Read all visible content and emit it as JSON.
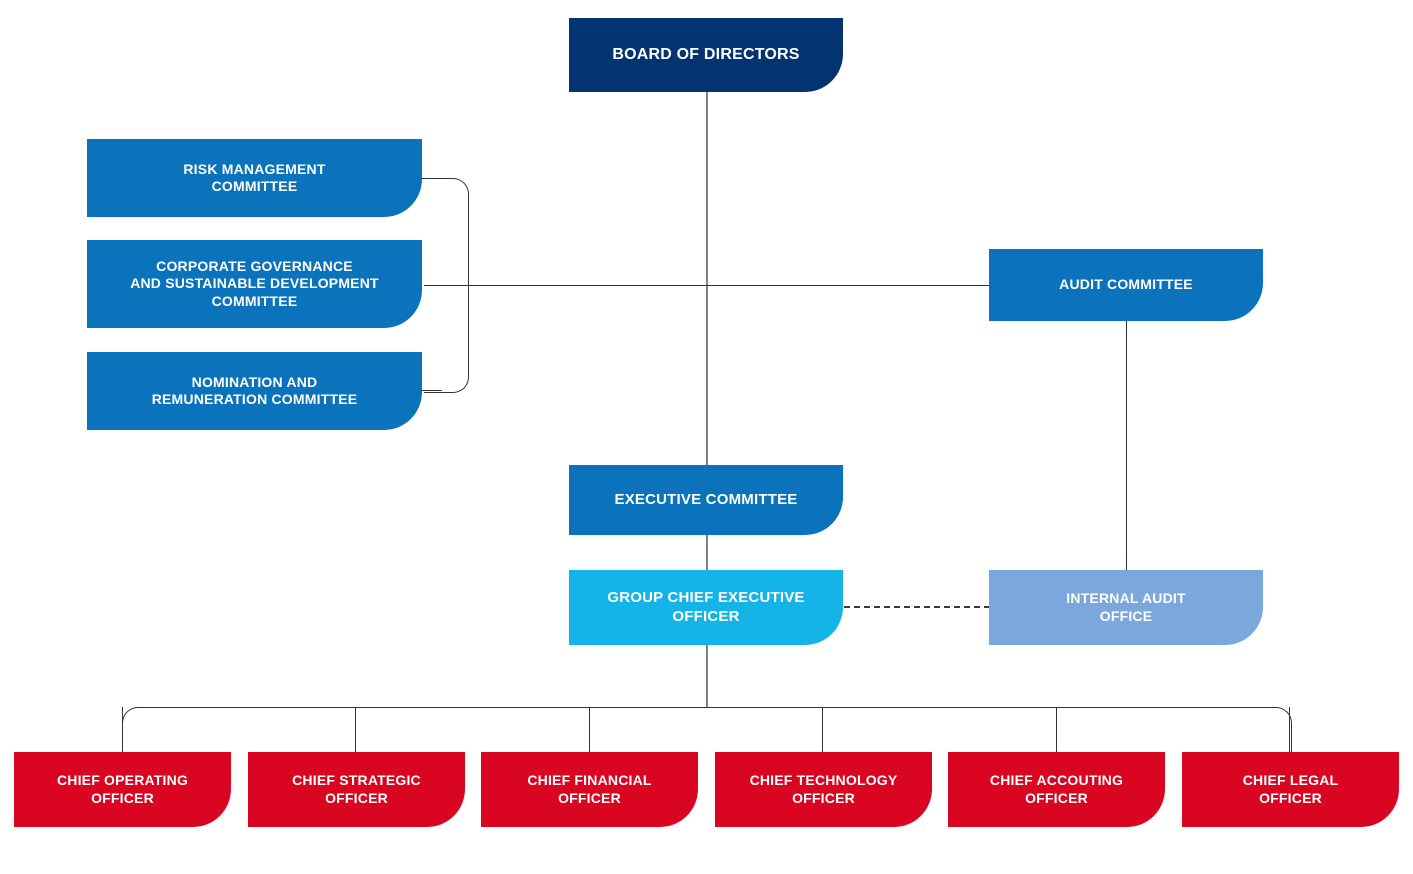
{
  "chart_data": {
    "type": "diagram",
    "title": "Corporate Governance Organizational Chart",
    "diagram_kind": "org-chart",
    "levels": [
      "board",
      "board-committees",
      "executive-committee",
      "group-ceo",
      "c-suite-officers"
    ]
  },
  "colors": {
    "navy": "#043371",
    "blue": "#0B72BC",
    "cyan": "#14B4E8",
    "steel": "#7BA7DC",
    "red": "#DA0520",
    "connector_gray": "#808080",
    "connector_dark": "#333333",
    "background": "#FFFFFF",
    "text": "#FFFFFF"
  },
  "board": {
    "label": "BOARD OF DIRECTORS",
    "color": "navy"
  },
  "board_committees": [
    {
      "id": "risk-management-committee",
      "label": "RISK MANAGEMENT\nCOMMITTEE",
      "color": "blue"
    },
    {
      "id": "corporate-governance-committee",
      "label": "CORPORATE GOVERNANCE\nAND SUSTAINABLE DEVELOPMENT\nCOMMITTEE",
      "color": "blue"
    },
    {
      "id": "nomination-remuneration-committee",
      "label": "NOMINATION AND\nREMUNERATION COMMITTEE",
      "color": "blue"
    }
  ],
  "audit_committee": {
    "label": "AUDIT COMMITTEE",
    "color": "blue"
  },
  "executive_committee": {
    "label": "EXECUTIVE COMMITTEE",
    "color": "blue"
  },
  "group_ceo": {
    "label": "GROUP CHIEF EXECUTIVE\nOFFICER",
    "color": "cyan"
  },
  "internal_audit_office": {
    "label": "INTERNAL AUDIT\nOFFICE",
    "color": "steel"
  },
  "officers": [
    {
      "id": "chief-operating-officer",
      "label": "CHIEF OPERATING\nOFFICER",
      "color": "red"
    },
    {
      "id": "chief-strategic-officer",
      "label": "CHIEF STRATEGIC\nOFFICER",
      "color": "red"
    },
    {
      "id": "chief-financial-officer",
      "label": "CHIEF FINANCIAL\nOFFICER",
      "color": "red"
    },
    {
      "id": "chief-technology-officer",
      "label": "CHIEF TECHNOLOGY\nOFFICER",
      "color": "red"
    },
    {
      "id": "chief-accouting-officer",
      "label": "CHIEF ACCOUTING\nOFFICER",
      "color": "red"
    },
    {
      "id": "chief-legal-officer",
      "label": "CHIEF LEGAL\nOFFICER",
      "color": "red"
    }
  ]
}
